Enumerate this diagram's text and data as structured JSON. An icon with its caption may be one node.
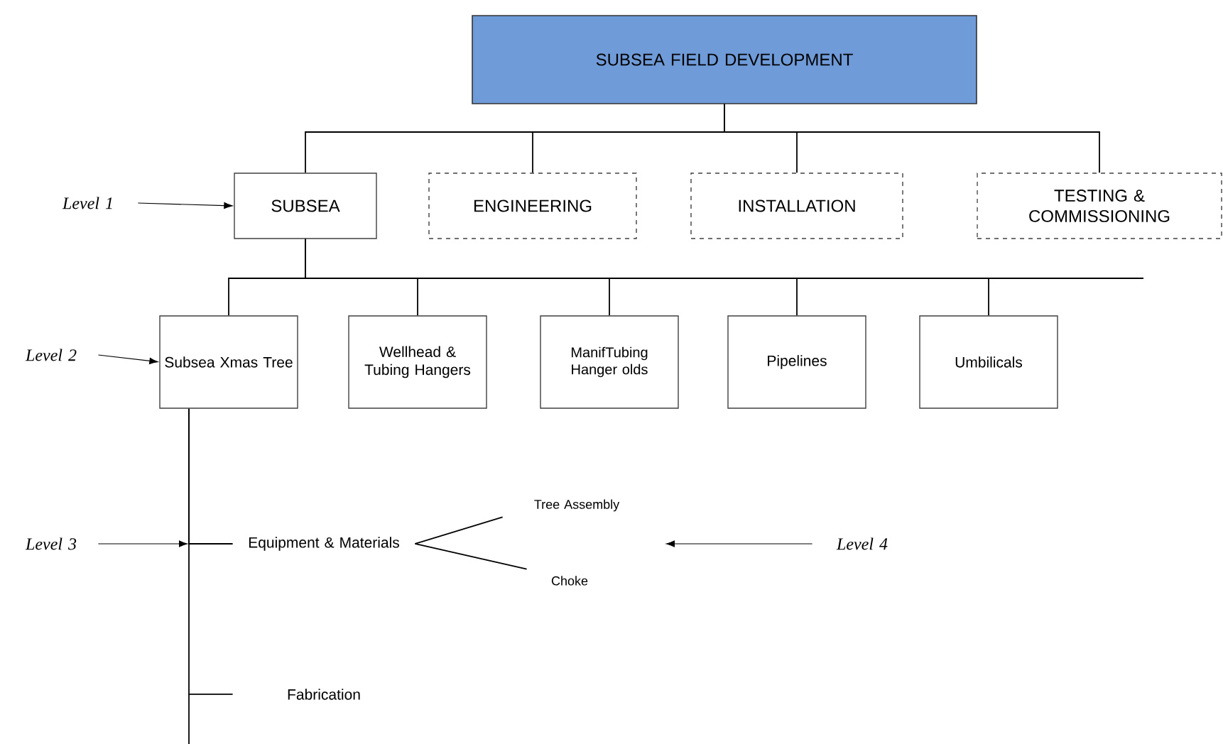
{
  "diagram": {
    "nodes": [
      {
        "text": [
          "SUBSEA FIELD DEVELOPMENT"
        ]
      },
      {
        "text": [
          "SUBSEA"
        ]
      },
      {
        "text": [
          "ENGINEERING"
        ]
      },
      {
        "text": [
          "INSTALLATION"
        ]
      },
      {
        "text": [
          "TESTING & COMMISSIONING"
        ]
      },
      {
        "text": [
          "Subsea Xmas Tree"
        ]
      },
      {
        "text": [
          "Wellhead & Tubing Hangers"
        ]
      },
      {
        "text": [
          "ManifTubing Hanger olds"
        ]
      },
      {
        "text": [
          "Pipelines"
        ]
      },
      {
        "text": [
          "Umbilicals"
        ]
      },
      {
        "text": [
          "Equipment & Materials"
        ]
      },
      {
        "text": [
          "Fabrication"
        ]
      },
      {
        "text": [
          "Tree Assembly"
        ]
      },
      {
        "text": [
          "Choke"
        ]
      },
      {
        "text": [
          "Level 1"
        ]
      },
      {
        "text": [
          "Level 2"
        ]
      },
      {
        "text": [
          "Level 3"
        ]
      },
      {
        "text": [
          "Level 4"
        ]
      }
    ],
    "edges": [
      {
        "from": 0,
        "to": 1,
        "arrow": "none"
      },
      {
        "from": 0,
        "to": 2,
        "arrow": "none"
      },
      {
        "from": 0,
        "to": 3,
        "arrow": "none"
      },
      {
        "from": 0,
        "to": 4,
        "arrow": "none"
      },
      {
        "from": 1,
        "to": 5,
        "arrow": "none"
      },
      {
        "from": 1,
        "to": 6,
        "arrow": "none"
      },
      {
        "from": 1,
        "to": 7,
        "arrow": "none"
      },
      {
        "from": 1,
        "to": 8,
        "arrow": "none"
      },
      {
        "from": 1,
        "to": 9,
        "arrow": "none"
      },
      {
        "from": 5,
        "to": 10,
        "arrow": "none"
      },
      {
        "from": 5,
        "to": 11,
        "arrow": "none"
      },
      {
        "from": 10,
        "to": 12,
        "arrow": "none"
      },
      {
        "from": 10,
        "to": 13,
        "arrow": "none"
      },
      {
        "from": 14,
        "to": 1,
        "arrow": "to"
      },
      {
        "from": 15,
        "to": 5,
        "arrow": "to"
      },
      {
        "from": 16,
        "to": null,
        "arrow": "to"
      },
      {
        "from": 17,
        "to": null,
        "arrow": "to"
      }
    ]
  }
}
